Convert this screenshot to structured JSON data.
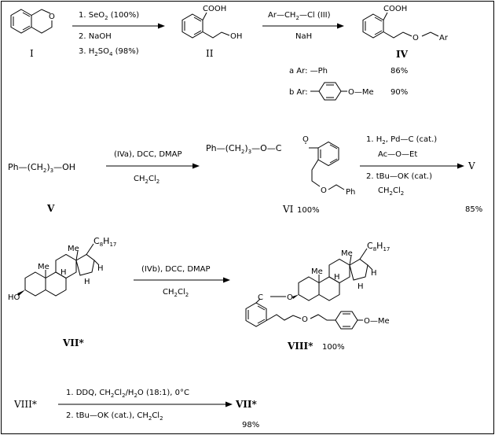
{
  "step1": {
    "reagents": [
      "1. SeO",
      "2",
      "  (100%)",
      "2. NaOH",
      "3. H",
      "2",
      "SO",
      "4",
      "   (98%)"
    ],
    "cpd_I": "I",
    "cpd_II": "II",
    "cooh": "COOH",
    "oh": "OH"
  },
  "step2": {
    "reagent_top": "Ar—CH",
    "reagent_top_sub": "2",
    "reagent_top_end": "—Cl   (III)",
    "reagent_bottom": "NaH",
    "cpd_IV": "IV",
    "ar": "Ar",
    "variant_a": "a Ar:  —Ph",
    "yield_a": "86%",
    "variant_b": "b Ar:",
    "variant_b_end": "O—Me",
    "yield_b": "90%"
  },
  "step3": {
    "cpd_V_formula": "Ph—(CH",
    "cpd_V_sub": "2",
    "cpd_V_end": ")",
    "cpd_V_sub2": "3",
    "cpd_V_tail": "—OH",
    "cpd_V": "V",
    "reagent_top": "(IVa), DCC, DMAP",
    "reagent_bottom": "CH",
    "reagent_bottom_s1": "2",
    "reagent_bottom_mid": "Cl",
    "reagent_bottom_s2": "2",
    "cpd_VI_formula": "Ph—(CH",
    "cpd_VI_sub": "2",
    "cpd_VI_end": ")",
    "cpd_VI_sub2": "3",
    "cpd_VI_tail": "—O—C",
    "cpd_VI_o": "O",
    "cpd_VI_ph": "Ph",
    "cpd_VI": "VI",
    "yield_VI": "100%"
  },
  "step4": {
    "reagent1": "1. H",
    "reagent1_sub": "2",
    "reagent1_end": ", Pd—C (cat.)",
    "reagent1b": "Ac—O—Et",
    "reagent2": "2. tBu—OK (cat.)",
    "reagent2b": "CH",
    "reagent2b_s1": "2",
    "reagent2b_mid": "Cl",
    "reagent2b_s2": "2",
    "product": "V",
    "yield": "85%"
  },
  "step5": {
    "cpd_VII": "VII*",
    "me": "Me",
    "c8h17": "C",
    "c8_sub": "8",
    "c8_h": "H",
    "c8_sub2": "17",
    "h": "H",
    "ho": "HO",
    "reagent_top": "(IVb), DCC, DMAP",
    "reagent_bottom": "CH",
    "reagent_bottom_s1": "2",
    "reagent_bottom_mid": "Cl",
    "reagent_bottom_s2": "2",
    "cpd_VIII": "VIII*",
    "yield_VIII": "100%",
    "ester_o": "O",
    "ester_c": "C",
    "ome": "O—Me"
  },
  "step6": {
    "start": "VIII*",
    "reagent1": "1. DDQ,  CH",
    "reagent1_s1": "2",
    "reagent1_mid": "Cl",
    "reagent1_s2": "2",
    "reagent1_mid2": "/H",
    "reagent1_s3": "2",
    "reagent1_end": "O (18:1), 0°C",
    "reagent2": "2. tBu—OK (cat.), CH",
    "reagent2_s1": "2",
    "reagent2_mid": "Cl",
    "reagent2_s2": "2",
    "product": "VII*",
    "yield": "98%"
  }
}
